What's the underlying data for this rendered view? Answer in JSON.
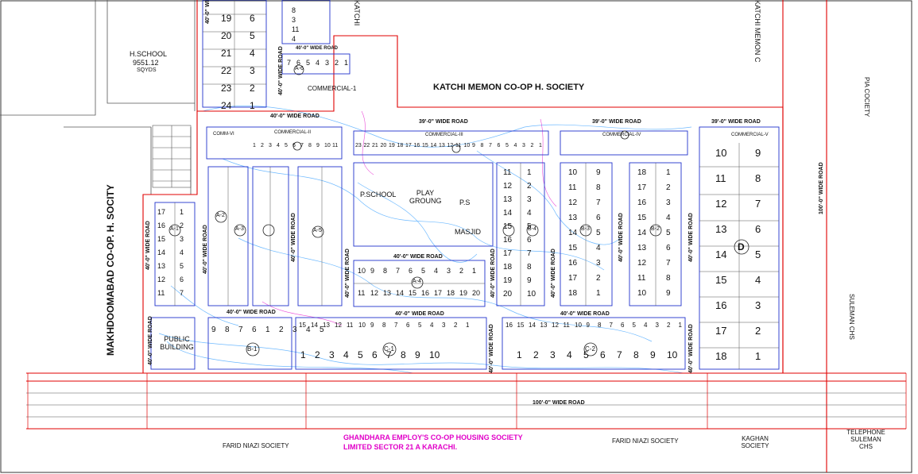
{
  "societies": {
    "katchi_memon": "KATCHI MEMON CO-OP H. SOCIETY",
    "katchi_memon_short": "KATCHI MEMON C",
    "katchi_top": "KATCHI",
    "makhdoomabad": "MAKHDOOMABAD CO-OP. H. SOCITY",
    "pia": "PIA COCIETY",
    "suleman_chs": "SULEMAN CHS",
    "farid_niazi_left": "FARID NIAZI SOCIETY",
    "farid_niazi_right": "FARID NIAZI SOCIETY",
    "kaghan": "KAGHAN SOCIETY",
    "telephone": "TELEPHONE SULEMAN CHS"
  },
  "main_title": {
    "line1": "GHANDHARA EMPLOY'S CO-OP HOUSING SOCIETY",
    "line2": "LIMITED SECTOR 21 A KARACHI.",
    "color": "#e100c8"
  },
  "facilities": {
    "hschool": "H.SCHOOL",
    "hschool_area": "9551.12",
    "hschool_unit": "SQYDS",
    "pschool": "P.SCHOOL",
    "play": "PLAY GROUNG",
    "masjid": "MASJID",
    "ps": "P.S",
    "public_building": "PUBLIC BUILDING",
    "commercial_1": "COMMERCIAL-1",
    "commercial_2": "COMMERCIAL-II",
    "commercial_3": "COMMERCIAL-III",
    "commercial_4": "COMMERCIAL-IV",
    "commercial_5": "COMMERCIAL-V",
    "commercial_6": "COMM-VI"
  },
  "roads": {
    "r40": "40'-0\" WIDE ROAD",
    "r39": "39'-0\" WIDE ROAD",
    "r100": "100'-0\" WIDE ROAD"
  },
  "blocks": {
    "A1": "A-1",
    "A2": "A-2",
    "A3": "A-3",
    "A4": "A-4",
    "A5": "A-5",
    "A6": "A-6",
    "B1": "B-1",
    "B2": "B-2",
    "B3": "B-3",
    "B4": "B-4",
    "C1": "C-1",
    "C2": "C-2",
    "D": "D"
  },
  "plots": {
    "top_col_left": [
      "19",
      "20",
      "21",
      "22",
      "23",
      "24"
    ],
    "top_col_right": [
      "6",
      "5",
      "4",
      "3",
      "2",
      "1"
    ],
    "top_small_a": [
      "8",
      "3",
      "11",
      "4"
    ],
    "commercial1_row": [
      "7",
      "6",
      "5",
      "4",
      "3",
      "2",
      "1"
    ],
    "c1_row": [
      "1",
      "2",
      "3",
      "4",
      "5",
      "6",
      "7",
      "8",
      "9",
      "10"
    ],
    "c2_row": [
      "1",
      "2",
      "3",
      "4",
      "5",
      "6",
      "7",
      "8",
      "9",
      "10"
    ],
    "c1_top": [
      "15",
      "14",
      "13",
      "12",
      "11",
      "10",
      "9",
      "8",
      "7",
      "6",
      "5",
      "4",
      "3",
      "2",
      "1"
    ],
    "c2_top": [
      "16",
      "15",
      "14",
      "13",
      "12",
      "11",
      "10",
      "9",
      "8",
      "7",
      "6",
      "5",
      "4",
      "3",
      "2",
      "1"
    ],
    "a4_top": [
      "10",
      "9",
      "8",
      "7",
      "6",
      "5",
      "4",
      "3",
      "2",
      "1"
    ],
    "a4_bottom": [
      "11",
      "12",
      "13",
      "14",
      "15",
      "16",
      "17",
      "18",
      "19",
      "20"
    ],
    "d_left": [
      "10",
      "11",
      "12",
      "13",
      "14",
      "15",
      "16",
      "17",
      "18"
    ],
    "d_right": [
      "9",
      "8",
      "7",
      "6",
      "5",
      "4",
      "3",
      "2",
      "1"
    ],
    "b2_left": [
      "18",
      "17",
      "16",
      "15",
      "14",
      "13",
      "12",
      "11",
      "10"
    ],
    "b2_right": [
      "1",
      "2",
      "3",
      "4",
      "5",
      "6",
      "7",
      "8",
      "9"
    ],
    "b3_left": [
      "10",
      "11",
      "12",
      "13",
      "14",
      "15",
      "16",
      "17",
      "18"
    ],
    "b3_right": [
      "9",
      "8",
      "7",
      "6",
      "5",
      "4",
      "3",
      "2",
      "1"
    ],
    "b4_left": [
      "11",
      "12",
      "13",
      "14",
      "15",
      "16",
      "17",
      "18",
      "19",
      "20"
    ],
    "b4_right": [
      "1",
      "2",
      "3",
      "4",
      "5",
      "6",
      "7",
      "8",
      "9",
      "10"
    ],
    "a6_left": [
      "17",
      "16",
      "15",
      "14",
      "13",
      "12",
      "11"
    ],
    "a6_right": [
      "1",
      "2",
      "3",
      "4",
      "5",
      "6",
      "7"
    ],
    "b1": [
      "9",
      "8",
      "7",
      "6",
      "1",
      "2",
      "3",
      "4",
      "5"
    ],
    "commercial3_row": [
      "23",
      "22",
      "21",
      "20",
      "19",
      "18",
      "17",
      "16",
      "15",
      "14",
      "13",
      "12",
      "11",
      "10",
      "9",
      "8",
      "7",
      "6",
      "5",
      "4",
      "3",
      "2",
      "1"
    ],
    "commercial2_row": [
      "1",
      "2",
      "3",
      "4",
      "5",
      "6",
      "7",
      "8",
      "9",
      "10",
      "11"
    ]
  }
}
